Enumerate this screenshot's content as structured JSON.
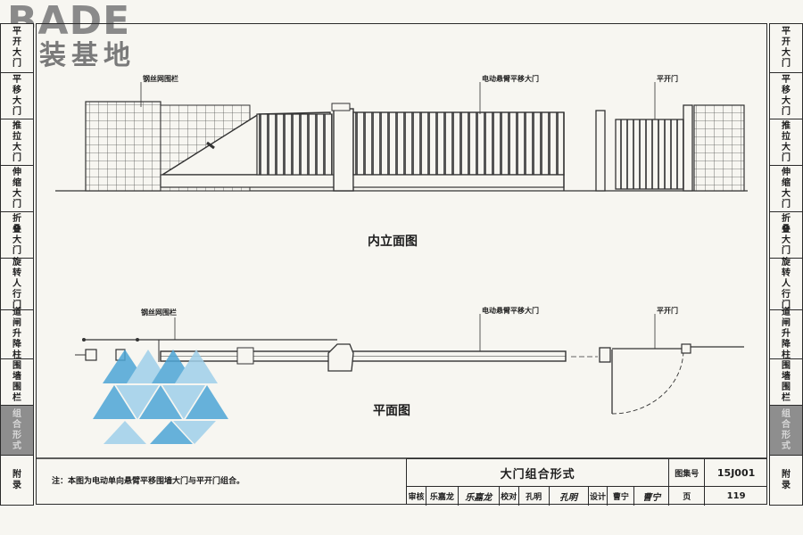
{
  "watermark": {
    "latin": "BADE",
    "chinese": "建装基地"
  },
  "left_tabs": [
    {
      "label": "平开大门"
    },
    {
      "label": "平移大门"
    },
    {
      "label": "推拉大门"
    },
    {
      "label": "伸缩大门"
    },
    {
      "label": "折叠大门"
    },
    {
      "label": "旋转人行门"
    },
    {
      "label": "道闸升降柱"
    },
    {
      "label": "围墙围栏"
    },
    {
      "label": "组合形式"
    },
    {
      "label": "附录"
    }
  ],
  "right_tabs": [
    {
      "label": "平开大门"
    },
    {
      "label": "平移大门"
    },
    {
      "label": "推拉大门"
    },
    {
      "label": "伸缩大门"
    },
    {
      "label": "折叠大门"
    },
    {
      "label": "旋转人行门"
    },
    {
      "label": "道闸升降柱"
    },
    {
      "label": "围墙围栏"
    },
    {
      "label": "组合形式"
    },
    {
      "label": "附录"
    }
  ],
  "active_tab": "组合形式",
  "elevation": {
    "caption": "内立面图",
    "label_fence": "钢丝网围栏",
    "label_sliding": "电动悬臂平移大门",
    "label_swing": "平开门"
  },
  "plan": {
    "caption": "平面图",
    "label_fence": "钢丝网围栏",
    "label_sliding": "电动悬臂平移大门",
    "label_swing": "平开门"
  },
  "note": "注：本图为电动单向悬臂平移围墙大门与平开门组合。",
  "title_block": {
    "title": "大门组合形式",
    "atlas_label": "图集号",
    "atlas_no": "15J001",
    "review_label": "审核",
    "review_name": "乐嘉龙",
    "review_sig": "乐嘉龙",
    "check_label": "校对",
    "check_name": "孔明",
    "check_sig": "孔明",
    "design_label": "设计",
    "design_name": "曹宁",
    "design_sig": "曹宁",
    "page_label": "页",
    "page_no": "119"
  }
}
